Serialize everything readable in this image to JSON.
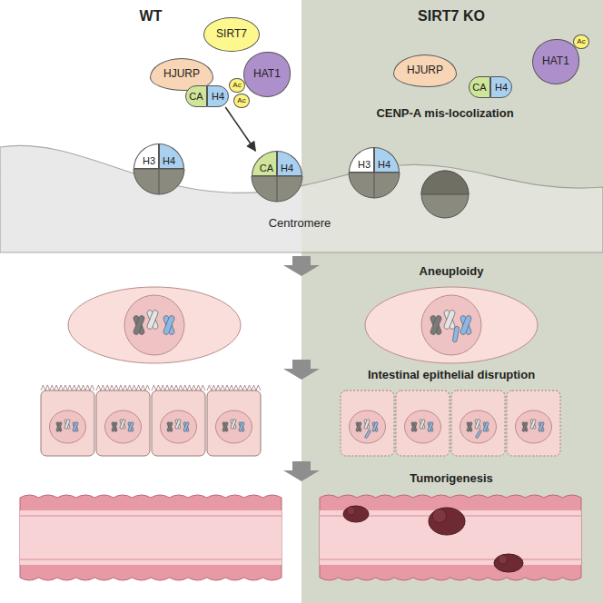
{
  "diagram": {
    "nodes": [
      {
        "text": [
          "SIRT7"
        ]
      },
      {
        "text": [
          "HJURP"
        ]
      },
      {
        "text": [
          "HAT1"
        ]
      },
      {
        "text": [
          "CA"
        ]
      },
      {
        "text": [
          "H4"
        ]
      },
      {
        "text": [
          "Ac"
        ]
      },
      {
        "text": [
          "Ac"
        ]
      },
      {
        "text": [
          "H3"
        ]
      },
      {
        "text": [
          "H4"
        ]
      },
      {
        "text": [
          "CA"
        ]
      },
      {
        "text": [
          "H4"
        ]
      },
      {
        "text": [
          "HJURP"
        ]
      },
      {
        "text": [
          "CA"
        ]
      },
      {
        "text": [
          "H4"
        ]
      },
      {
        "text": [
          "HAT1"
        ]
      },
      {
        "text": [
          "Ac"
        ]
      },
      {
        "text": [
          "H3"
        ]
      },
      {
        "text": [
          "H4"
        ]
      }
    ],
    "edges": [
      {
        "from": 4,
        "to": 9,
        "arrow": "to"
      }
    ],
    "labels": [
      "WT",
      "SIRT7 KO",
      "CENP-A mis-locolization",
      "Centromere",
      "Aneuploidy",
      "Intestinal epithelial disruption",
      "Tumorigenesis"
    ]
  }
}
